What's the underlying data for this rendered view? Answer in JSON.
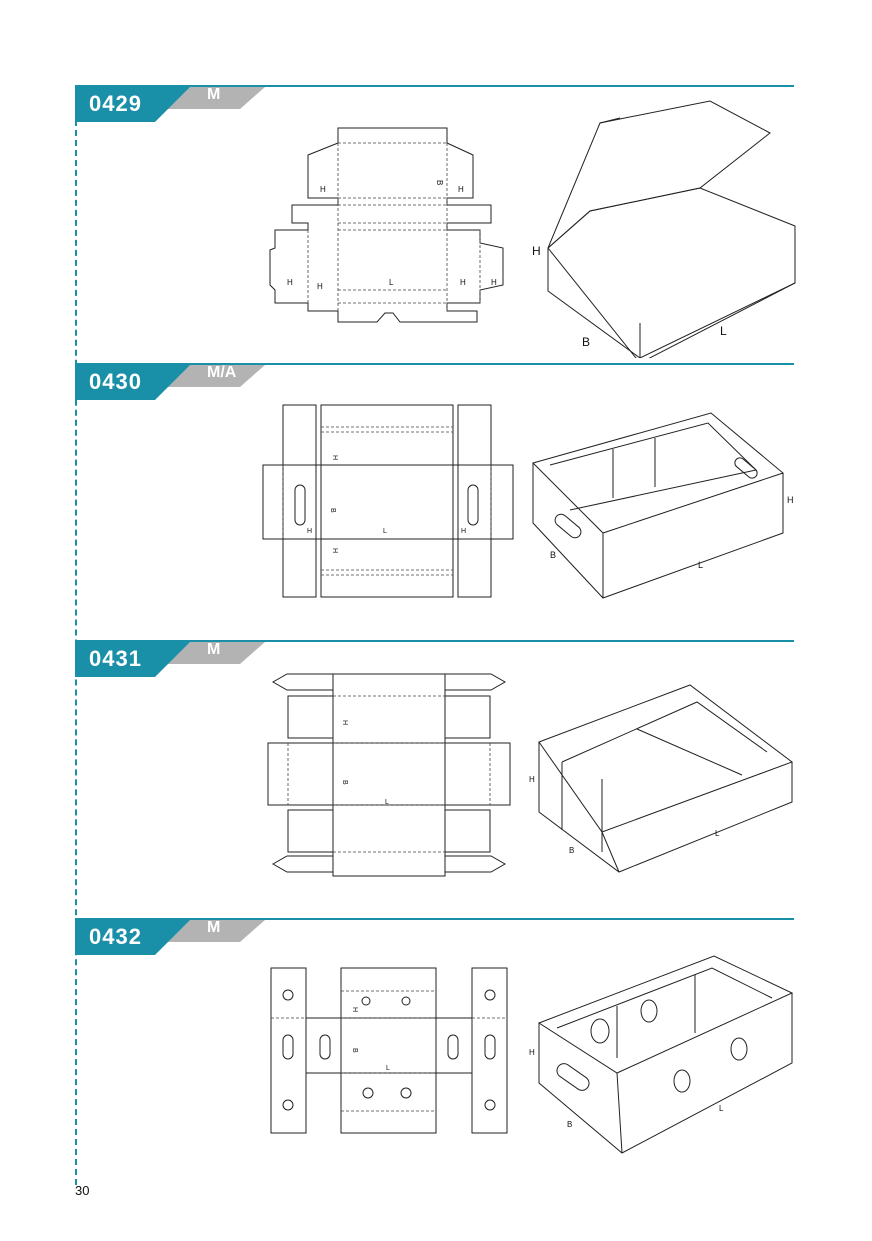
{
  "page_number": "30",
  "colors": {
    "accent": "#1a8fa8",
    "tag_gray": "#b3b3b3"
  },
  "sections": [
    {
      "code": "0429",
      "class": "M",
      "dims": {
        "H": "H",
        "B": "B",
        "L": "L"
      }
    },
    {
      "code": "0430",
      "class": "M/A",
      "dims": {
        "H": "H",
        "B": "B",
        "L": "L"
      }
    },
    {
      "code": "0431",
      "class": "M",
      "dims": {
        "H": "H",
        "B": "B",
        "L": "L"
      }
    },
    {
      "code": "0432",
      "class": "M",
      "dims": {
        "H": "H",
        "B": "B",
        "L": "L"
      }
    }
  ]
}
